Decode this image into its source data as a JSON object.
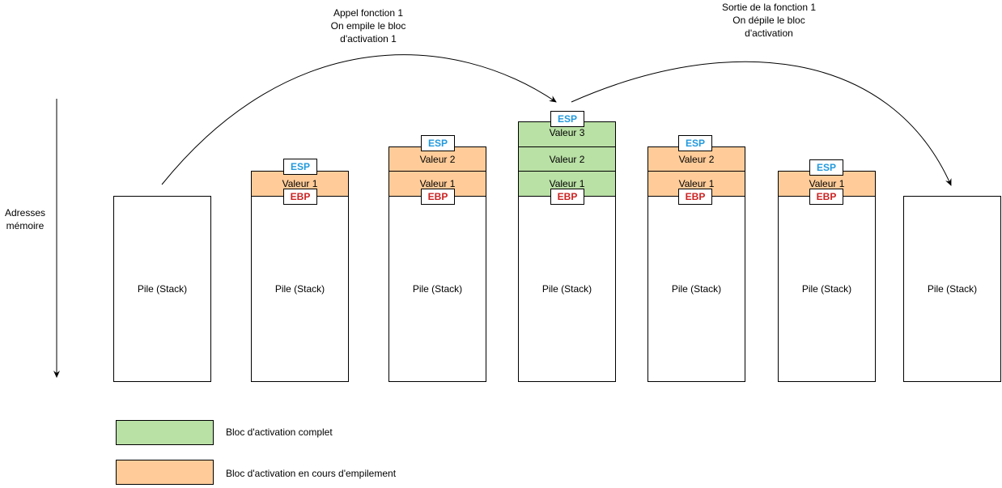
{
  "axis": {
    "label_line1": "Adresses",
    "label_line2": "mémoire"
  },
  "annotations": {
    "call": [
      "Appel fonction 1",
      "On empile le bloc",
      "d'activation 1"
    ],
    "exit": [
      "Sortie de la fonction 1",
      "On dépile le bloc",
      "d'activation"
    ]
  },
  "stack_label": "Pile (Stack)",
  "values": {
    "v1": "Valeur 1",
    "v2": "Valeur 2",
    "v3": "Valeur 3"
  },
  "registers": {
    "esp": "ESP",
    "ebp": "EBP"
  },
  "legend": {
    "complete": "Bloc d'activation complet",
    "in_progress": "Bloc d'activation en cours d'empilement"
  },
  "colors": {
    "in_progress": "#ffcc99",
    "complete": "#b9e0a5",
    "esp_text": "#2299dd",
    "ebp_text": "#cc2222"
  }
}
